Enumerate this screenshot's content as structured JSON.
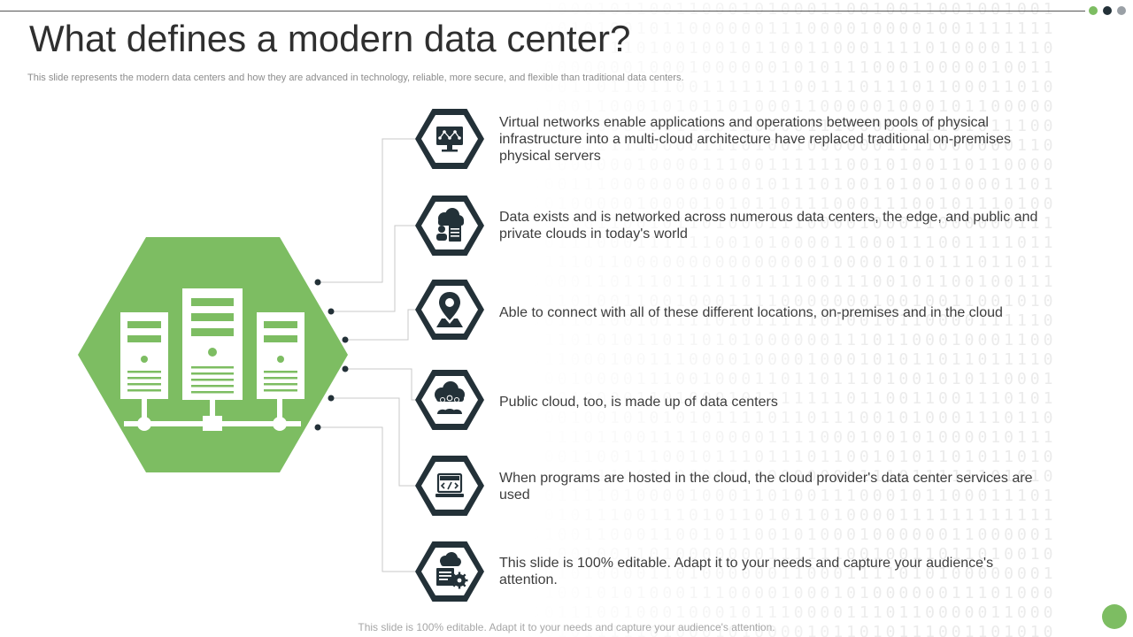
{
  "header": {
    "title": "What defines a modern data center?",
    "subtitle": "This slide represents the modern data centers and how they are advanced in technology, reliable, more secure, and flexible than traditional data centers."
  },
  "colors": {
    "accent": "#7dbd62",
    "dark": "#233138",
    "dot_gray": "#9aa0a6"
  },
  "hero": {
    "icon": "server-rack-icon"
  },
  "items": [
    {
      "icon": "monitor-network-icon",
      "text": "Virtual networks enable applications and operations between pools of physical infrastructure  into a multi-cloud  architecture have replaced traditional on-premises physical servers"
    },
    {
      "icon": "cloud-database-icon",
      "text": "Data exists and is networked across numerous data centers, the edge, and public and private clouds in today's world"
    },
    {
      "icon": "map-pin-icon",
      "text": "Able to connect with all of these different locations, on-premises and in the cloud"
    },
    {
      "icon": "cloud-people-icon",
      "text": "Public cloud, too, is made up of data centers"
    },
    {
      "icon": "laptop-code-icon",
      "text": "When programs are hosted in the cloud, the cloud provider's data center services are used"
    },
    {
      "icon": "cloud-settings-icon",
      "text": "This slide is 100% editable. Adapt it to your needs and capture your audience's attention."
    }
  ],
  "footer": {
    "text": "This slide is 100% editable. Adapt it to your needs and capture your audience's attention."
  }
}
